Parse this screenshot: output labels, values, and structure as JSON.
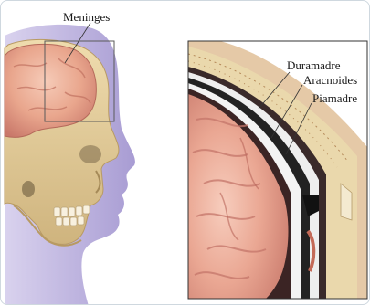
{
  "labels": {
    "meninges": "Meninges",
    "duramadre": "Duramadre",
    "aracnoides": "Aracnoides",
    "piamadre": "Piamadre"
  },
  "colors": {
    "skin": "#b7acd9",
    "bone": "#e6cf9c",
    "brain": "#e8a98f",
    "dura": "#2a1f1f",
    "zoom_box": "#5a5a5a"
  }
}
